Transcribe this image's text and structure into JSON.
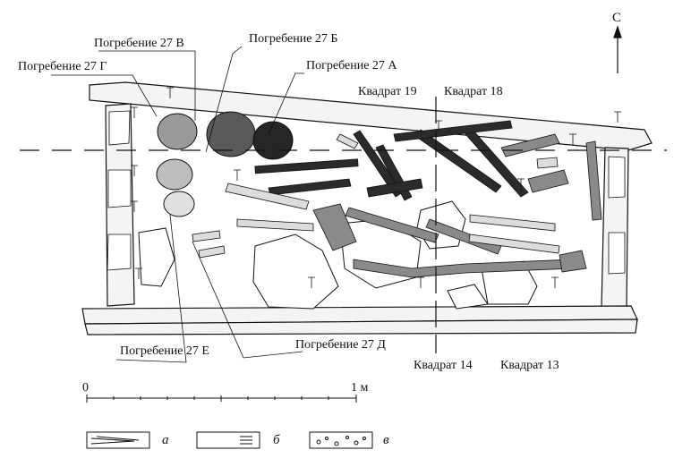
{
  "burial_labels": {
    "v": "Погребение 27 В",
    "b": "Погребение 27 Б",
    "g": "Погребение 27 Г",
    "a": "Погребение 27 А",
    "d": "Погребение 27 Д",
    "e": "Погребение 27 Е"
  },
  "square_labels": {
    "q19": "Квадрат 19",
    "q18": "Квадрат 18",
    "q14": "Квадрат 14",
    "q13": "Квадрат 13"
  },
  "north": "С",
  "scale": {
    "start": "0",
    "end": "1 м"
  },
  "legend": [
    {
      "key": "а",
      "symbol": "wood-plank"
    },
    {
      "key": "б",
      "symbol": "stone-slab"
    },
    {
      "key": "в",
      "symbol": "gravel-fill"
    }
  ],
  "colors": {
    "ink": "#111111",
    "dark_bone": "#2b2b2b",
    "mid_bone": "#8a8a8a",
    "light_bone": "#bdbdbd",
    "stone": "#f2f2f2"
  }
}
